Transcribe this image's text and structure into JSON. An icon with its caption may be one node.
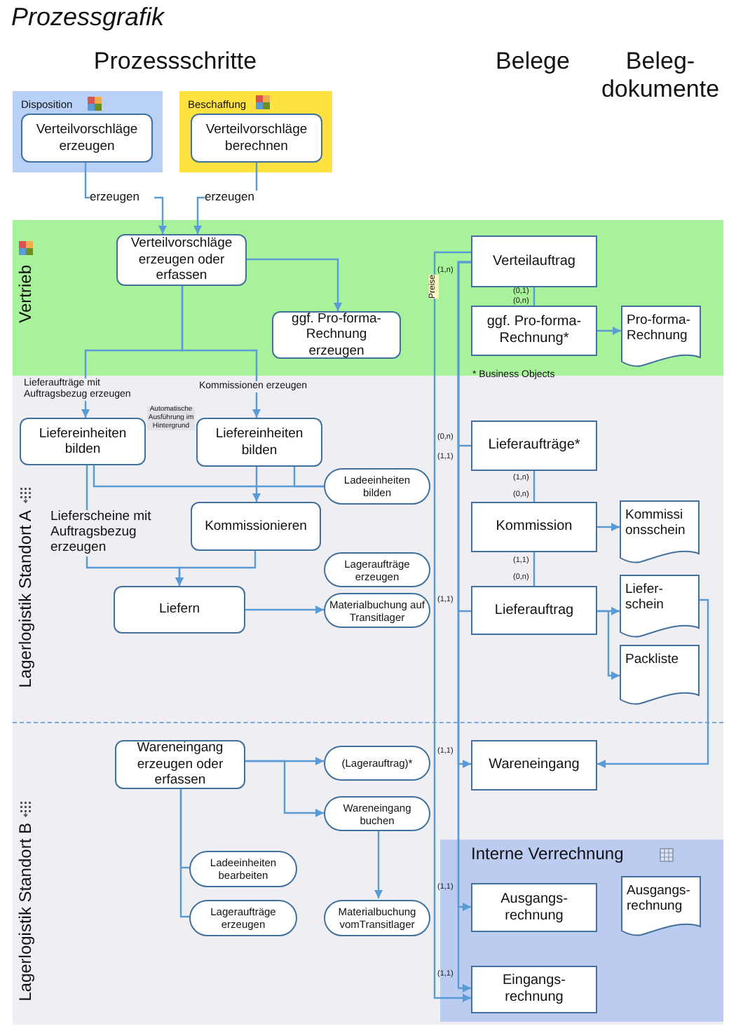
{
  "diagram": {
    "title": "Prozessgrafik",
    "nodes": [
      {
        "text": [
          "Disposition"
        ]
      },
      {
        "text": [
          "Verteilvorschläge erzeugen"
        ],
        "in": 0
      },
      {
        "text": [
          "Beschaffung"
        ]
      },
      {
        "text": [
          "Verteilvorschläge berechnen"
        ],
        "in": 2
      },
      {
        "text": [
          "Vertrieb"
        ]
      },
      {
        "text": [
          "Verteilvorschläge erzeugen oder erfassen"
        ],
        "in": 4
      },
      {
        "text": [
          "ggf. Pro-forma-Rechnung erzeugen"
        ],
        "in": 4
      },
      {
        "text": [
          "Verteilauftrag"
        ],
        "in": 4
      },
      {
        "text": [
          "ggf. Pro-forma-Rechnung*"
        ],
        "in": 4
      },
      {
        "text": [
          "Pro-forma-Rechnung"
        ],
        "in": 4
      },
      {
        "text": [
          "Lagerlogistik Standort A"
        ]
      },
      {
        "text": [
          "Liefereinheiten bilden"
        ],
        "in": 10
      },
      {
        "text": [
          "Liefereinheiten bilden"
        ],
        "in": 10
      },
      {
        "text": [
          "Ladeeinheiten bilden"
        ],
        "in": 10
      },
      {
        "text": [
          "Kommissionieren"
        ],
        "in": 10
      },
      {
        "text": [
          "Lageraufträge erzeugen"
        ],
        "in": 10
      },
      {
        "text": [
          "Liefern"
        ],
        "in": 10
      },
      {
        "text": [
          "Materialbuchung auf Transitlager"
        ],
        "in": 10
      },
      {
        "text": [
          "Lieferaufträge*"
        ],
        "in": 10
      },
      {
        "text": [
          "Kommission"
        ],
        "in": 10
      },
      {
        "text": [
          "Kommissi onsschein"
        ],
        "in": 10
      },
      {
        "text": [
          "Lieferauftrag"
        ],
        "in": 10
      },
      {
        "text": [
          "Liefer- schein"
        ],
        "in": 10
      },
      {
        "text": [
          "Packliste"
        ],
        "in": 10
      },
      {
        "text": [
          "Lagerlogistik Standort B"
        ]
      },
      {
        "text": [
          "Wareneingang erzeugen oder erfassen"
        ],
        "in": 24
      },
      {
        "text": [
          "(Lagerauftrag)*"
        ],
        "in": 24
      },
      {
        "text": [
          "Wareneingang buchen"
        ],
        "in": 24
      },
      {
        "text": [
          "Ladeeinheiten bearbeiten"
        ],
        "in": 24
      },
      {
        "text": [
          "Lageraufträge erzeugen"
        ],
        "in": 24
      },
      {
        "text": [
          "Materialbuchung vomTransitlager"
        ],
        "in": 24
      },
      {
        "text": [
          "Wareneingang"
        ],
        "in": 24
      },
      {
        "text": [
          "Interne Verrechnung"
        ],
        "in": 24
      },
      {
        "text": [
          "Ausgangs-rechnung"
        ],
        "in": 32
      },
      {
        "text": [
          "Ausgangs-rechnung"
        ],
        "in": 32
      },
      {
        "text": [
          "Eingangs-rechnung"
        ],
        "in": 32
      }
    ],
    "edges": [
      {
        "from": 1,
        "to": 5,
        "arrow": "to",
        "label": "erzeugen"
      },
      {
        "from": 3,
        "to": 5,
        "arrow": "to",
        "label": "erzeugen"
      },
      {
        "from": 5,
        "to": 6,
        "arrow": "to"
      },
      {
        "from": 5,
        "to": 11,
        "arrow": "to",
        "label": "Lieferaufträge mit Auftragsbezug erzeugen"
      },
      {
        "from": 5,
        "to": 12,
        "arrow": "to",
        "label": "Kommissionen erzeugen"
      },
      {
        "from": 11,
        "to": 13,
        "arrow": "none"
      },
      {
        "from": 12,
        "to": 13,
        "arrow": "none"
      },
      {
        "from": 12,
        "to": 14,
        "arrow": "to"
      },
      {
        "from": 11,
        "to": 16,
        "arrow": "to",
        "label": "Lieferscheine mit Auftragsbezug erzeugen"
      },
      {
        "from": 14,
        "to": 16,
        "arrow": "to"
      },
      {
        "from": 16,
        "to": 17,
        "arrow": "to"
      },
      {
        "from": 7,
        "to": 8,
        "arrow": "none"
      },
      {
        "from": 8,
        "to": 9,
        "arrow": "to"
      },
      {
        "from": 7,
        "to": 18,
        "arrow": "none"
      },
      {
        "from": 18,
        "to": 19,
        "arrow": "none"
      },
      {
        "from": 19,
        "to": 20,
        "arrow": "to"
      },
      {
        "from": 19,
        "to": 21,
        "arrow": "none"
      },
      {
        "from": 7,
        "to": 21,
        "arrow": "none"
      },
      {
        "from": 21,
        "to": 22,
        "arrow": "to"
      },
      {
        "from": 21,
        "to": 23,
        "arrow": "to"
      },
      {
        "from": 22,
        "to": 31,
        "arrow": "to"
      },
      {
        "from": 25,
        "to": 26,
        "arrow": "to"
      },
      {
        "from": 25,
        "to": 27,
        "arrow": "to"
      },
      {
        "from": 25,
        "to": 28,
        "arrow": "none"
      },
      {
        "from": 25,
        "to": 29,
        "arrow": "none"
      },
      {
        "from": 27,
        "to": 30,
        "arrow": "to"
      },
      {
        "from": 7,
        "to": 31,
        "arrow": "to"
      },
      {
        "from": 7,
        "to": 33,
        "arrow": "to"
      },
      {
        "from": 7,
        "to": 35,
        "arrow": "to"
      },
      {
        "from": 7,
        "to": 35,
        "arrow": "to",
        "label": "Preise"
      }
    ],
    "labels": [
      "Prozessschritte",
      "Belege",
      "Beleg-dokumente",
      "(1,n)",
      "(0,1)",
      "(0,n)",
      "* Business Objects",
      "Automatische Ausführung im Hintergrund",
      "(0,n)",
      "(1,1)",
      "(1,n)",
      "(0,n)",
      "(1,1)",
      "(0,n)",
      "(1,1)",
      "(1,1)",
      "(1,1)",
      "(1,1)"
    ]
  }
}
